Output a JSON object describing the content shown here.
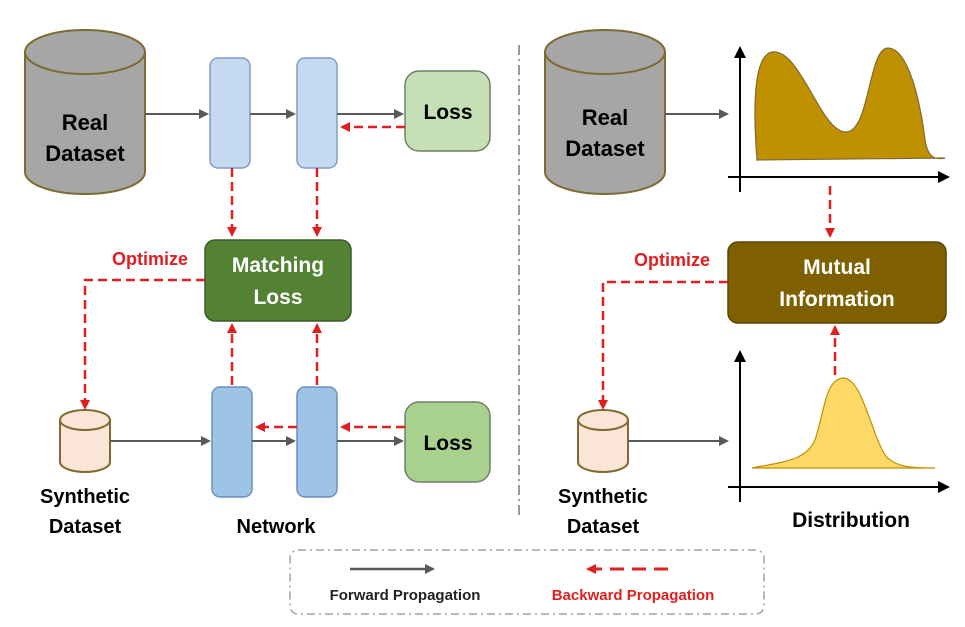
{
  "left_panel": {
    "real_dataset_line1": "Real",
    "real_dataset_line2": "Dataset",
    "loss_top": "Loss",
    "optimize": "Optimize",
    "matching_loss_line1": "Matching",
    "matching_loss_line2": "Loss",
    "loss_bottom": "Loss",
    "synthetic_line1": "Synthetic",
    "synthetic_line2": "Dataset",
    "network": "Network"
  },
  "right_panel": {
    "real_dataset_line1": "Real",
    "real_dataset_line2": "Dataset",
    "optimize": "Optimize",
    "mutual_info_line1": "Mutual",
    "mutual_info_line2": "Information",
    "synthetic_line1": "Synthetic",
    "synthetic_line2": "Dataset",
    "distribution": "Distribution"
  },
  "legend": {
    "forward": "Forward Propagation",
    "backward": "Backward Propagation"
  },
  "colors": {
    "cylinder_real": "#a6a6a6",
    "cylinder_edge": "#7f6a2f",
    "cylinder_synthetic": "#fbe5d6",
    "network_block": "#c5d9f1",
    "network_block_bottom": "#9dc3e6",
    "loss_top": "#c5e0b4",
    "loss_bottom": "#a9d18e",
    "matching_loss": "#548235",
    "mutual_info": "#7f6000",
    "real_distribution": "#bf9000",
    "synthetic_distribution": "#ffd966",
    "forward_arrow": "#595959",
    "backward_arrow": "#e02020"
  }
}
